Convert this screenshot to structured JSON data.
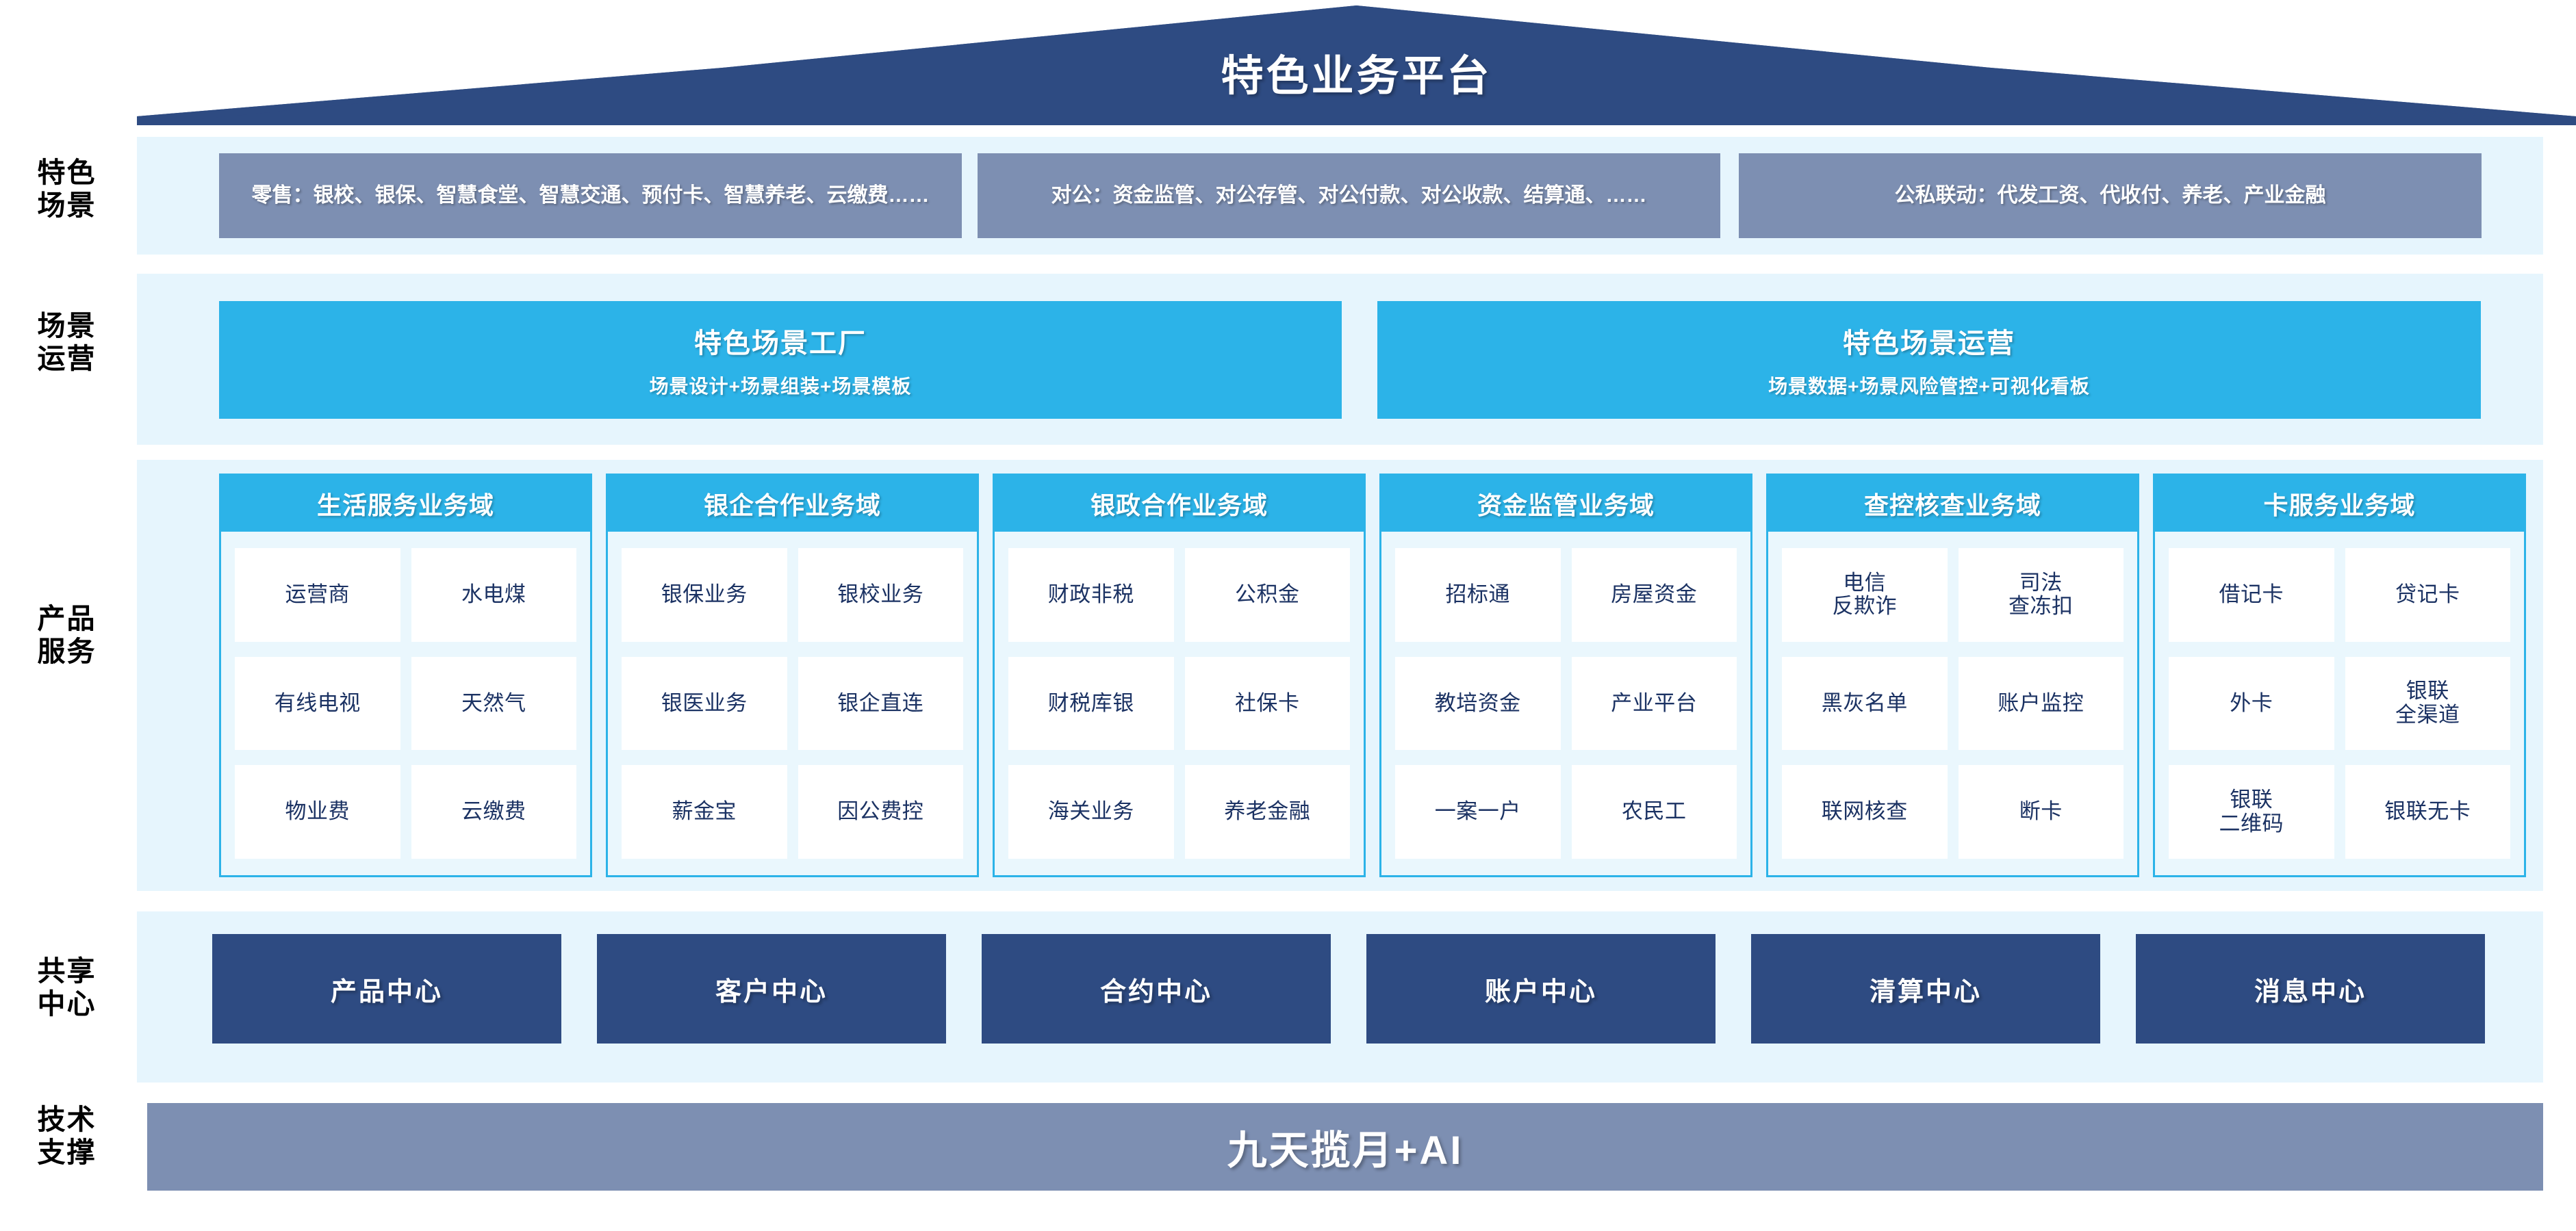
{
  "title": "特色业务平台",
  "row_labels": {
    "scene": "特色\n场景",
    "operation": "场景\n运营",
    "product": "产品\n服务",
    "center": "共享\n中心",
    "tech": "技术\n支撑"
  },
  "colors": {
    "roof_navy": "#2e4b82",
    "scene_slate": "#7d8fb2",
    "accent_cyan": "#2cb3e8",
    "band_light": "#e6f5fd",
    "center_navy": "#2e4b82",
    "cell_text_navy": "#1b3263"
  },
  "scene_row": {
    "boxes": [
      {
        "text": "零售：银校、银保、智慧食堂、智慧交通、预付卡、智慧养老、云缴费……"
      },
      {
        "text": "对公：资金监管、对公存管、对公付款、对公收款、结算通、……"
      },
      {
        "text": "公私联动：代发工资、代收付、养老、产业金融"
      }
    ]
  },
  "operation_row": {
    "boxes": [
      {
        "title": "特色场景工厂",
        "subtitle": "场景设计+场景组装+场景模板"
      },
      {
        "title": "特色场景运营",
        "subtitle": "场景数据+场景风险管控+可视化看板"
      }
    ]
  },
  "product_row": {
    "domains": [
      {
        "title": "生活服务业务域",
        "items": [
          "运营商",
          "水电煤",
          "有线电视",
          "天然气",
          "物业费",
          "云缴费"
        ]
      },
      {
        "title": "银企合作业务域",
        "items": [
          "银保业务",
          "银校业务",
          "银医业务",
          "银企直连",
          "薪金宝",
          "因公费控"
        ]
      },
      {
        "title": "银政合作业务域",
        "items": [
          "财政非税",
          "公积金",
          "财税库银",
          "社保卡",
          "海关业务",
          "养老金融"
        ]
      },
      {
        "title": "资金监管业务域",
        "items": [
          "招标通",
          "房屋资金",
          "教培资金",
          "产业平台",
          "一案一户",
          "农民工"
        ]
      },
      {
        "title": "查控核查业务域",
        "items": [
          "电信\n反欺诈",
          "司法\n查冻扣",
          "黑灰名单",
          "账户监控",
          "联网核查",
          "断卡"
        ]
      },
      {
        "title": "卡服务业务域",
        "items": [
          "借记卡",
          "贷记卡",
          "外卡",
          "银联\n全渠道",
          "银联\n二维码",
          "银联无卡"
        ]
      }
    ]
  },
  "center_row": {
    "boxes": [
      "产品中心",
      "客户中心",
      "合约中心",
      "账户中心",
      "清算中心",
      "消息中心"
    ]
  },
  "tech_row": {
    "label": "九天揽月+AI"
  }
}
